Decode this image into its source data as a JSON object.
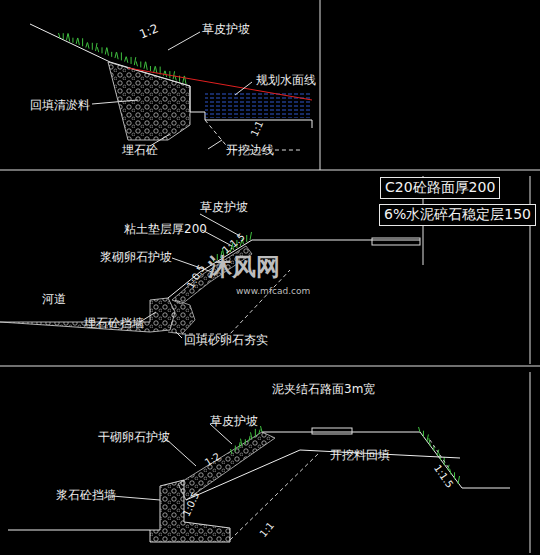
{
  "diagram": {
    "nodes": [
      {
        "text": [
          "C20砼路面厚200"
        ]
      },
      {
        "text": [
          "6%水泥碎石稳定层150"
        ]
      }
    ],
    "labels": [
      "1:2",
      "草皮护坡",
      "回填清淤料",
      "规划水面线",
      "1:1",
      "埋石砼",
      "开挖边线",
      "草皮护坡",
      "粘土垫层厚200",
      "浆砌卵石护坡",
      "1:1.5",
      "1:0.5",
      "河道",
      "埋石砼挡墙",
      "回填砂卵石夯实",
      "沐风网",
      "www.mfcad.com",
      "泥夹结石路面3m宽",
      "草皮护坡",
      "干砌卵石护坡",
      "1:2",
      "开挖料回填",
      "1:1.5",
      "浆石砼挡墙",
      "1:0.5",
      "1:1"
    ]
  }
}
